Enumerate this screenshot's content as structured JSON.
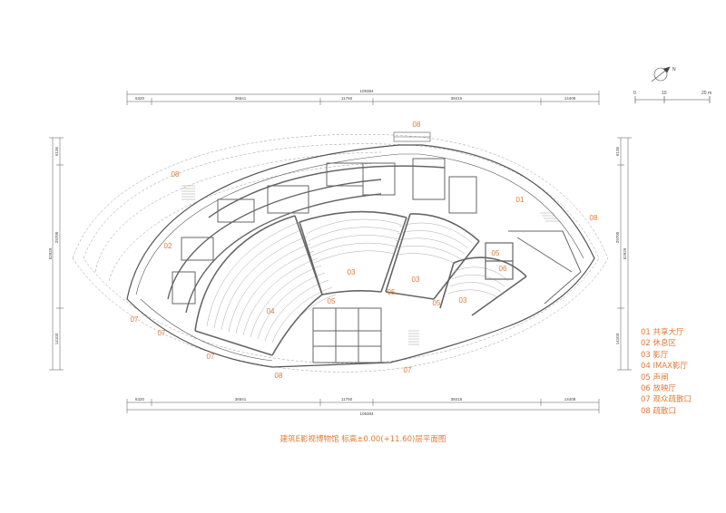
{
  "dimensions": {
    "top_total": "109384",
    "top_segments": [
      "6320",
      "36541",
      "11750",
      "38415",
      "14408"
    ],
    "bottom_total": "109384",
    "bottom_segments": [
      "6320",
      "36541",
      "11750",
      "38415",
      "14408"
    ],
    "left_total": "52929",
    "left_segments": [
      "6136",
      "29700",
      "14103"
    ],
    "right_total": "52929",
    "right_segments": [
      "6136",
      "29700",
      "14103"
    ]
  },
  "scale": {
    "zero": "0",
    "mid": "10",
    "end": "20 m"
  },
  "north_label": "N",
  "room_labels": {
    "entrance_top": "08",
    "entrance_right": "08",
    "entrance_left": "08",
    "entrance_bottom": "08",
    "hall": "01",
    "lounge": "02",
    "imax": "04",
    "cinema_a": "03",
    "cinema_b": "03",
    "cinema_c": "03",
    "lock_a": "05",
    "lock_b": "05",
    "lock_c": "05",
    "lock_d": "05",
    "projection": "06",
    "exit_1": "07",
    "exit_2": "07",
    "exit_3": "07",
    "exit_4": "07"
  },
  "legend": [
    "01  共享大厅",
    "02  休息区",
    "03  影厅",
    "04  IMAX影厅",
    "05  声闸",
    "06  放映厅",
    "07  观众疏散口",
    "08  疏散口"
  ],
  "caption": "建筑E影视博物馆  标高±0.00(+11.60)层平面图",
  "colors": {
    "accent": "#e07a3a",
    "line": "#555555",
    "wall": "#6a6a6a"
  }
}
